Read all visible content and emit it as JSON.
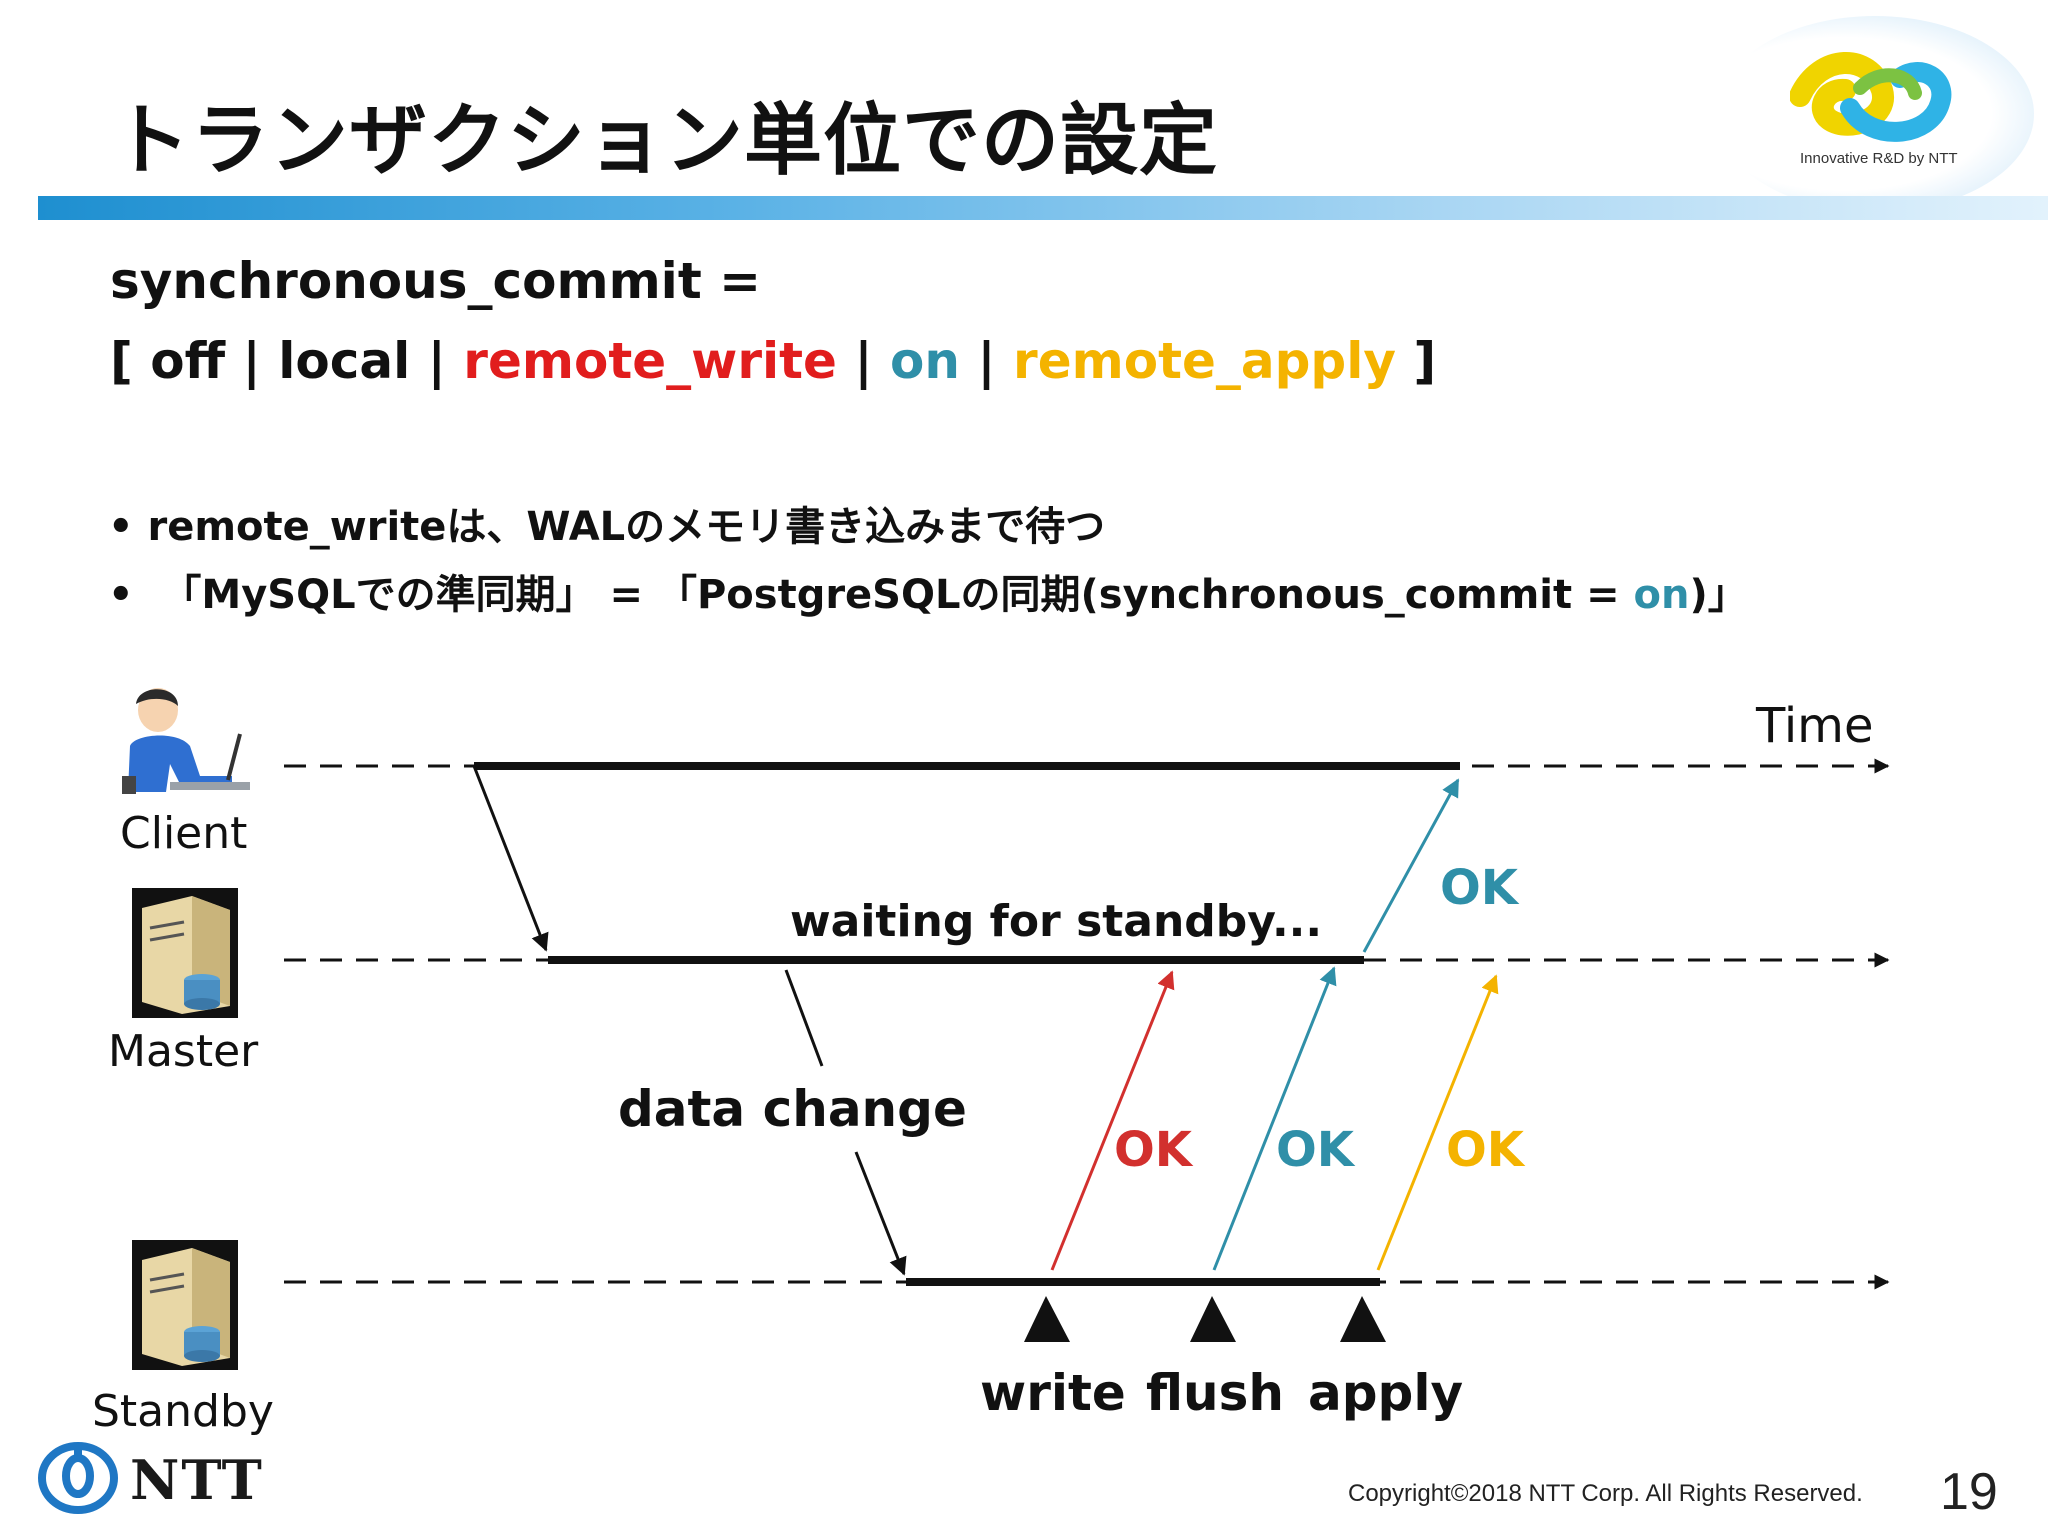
{
  "title": "トランザクション単位での設定",
  "logo": {
    "caption": "Innovative R&D by NTT"
  },
  "setting": {
    "line1": "synchronous_commit =",
    "open": "[ ",
    "opt_off": "off",
    "sep": " | ",
    "opt_local": "local",
    "opt_remote_write": "remote_write",
    "opt_on": "on",
    "opt_remote_apply": "remote_apply",
    "close": " ]"
  },
  "bullets": {
    "b1": "• remote_writeは、WALのメモリ書き込みまで待つ",
    "b2_prefix": "•  「MySQLでの準同期」 = 「PostgreSQLの同期(synchronous_commit = ",
    "b2_on": "on",
    "b2_suffix": ")」"
  },
  "diagram": {
    "time_label": "Time",
    "actors": {
      "client": "Client",
      "master": "Master",
      "standby": "Standby"
    },
    "waiting_label": "waiting for standby...",
    "data_change_label": "data change",
    "ok_client": "OK",
    "ok_write": "OK",
    "ok_flush": "OK",
    "ok_apply": "OK",
    "steps": {
      "write": "write",
      "flush": "flush",
      "apply": "apply"
    },
    "colors": {
      "write": "#d2302e",
      "flush": "#2f8fa8",
      "apply": "#f4b300",
      "line": "#111111"
    }
  },
  "footer": {
    "brand": "NTT",
    "copyright": "Copyright©2018  NTT Corp. All Rights Reserved.",
    "page_number": "19"
  }
}
